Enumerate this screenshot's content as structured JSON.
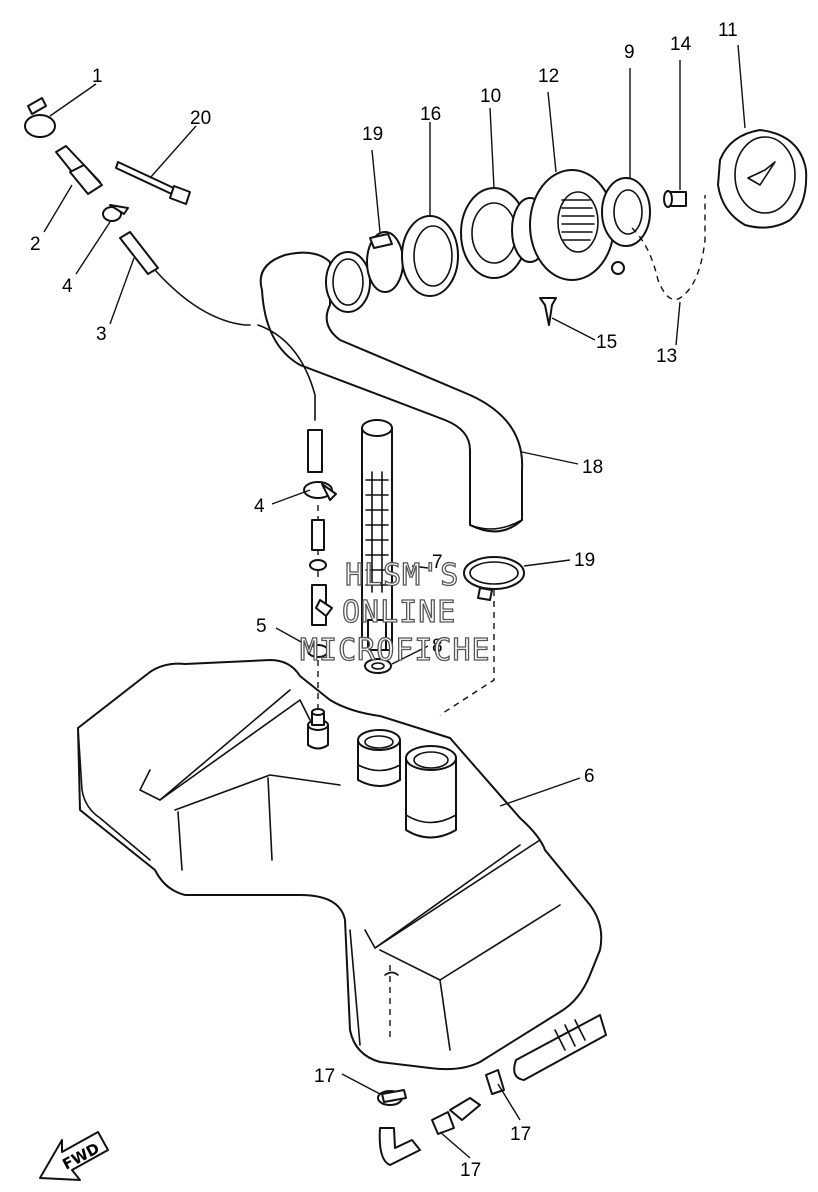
{
  "diagram": {
    "callouts": {
      "c1": "1",
      "c2": "2",
      "c3": "3",
      "c4a": "4",
      "c4b": "4",
      "c5": "5",
      "c6": "6",
      "c7": "7",
      "c8": "8",
      "c9": "9",
      "c10": "10",
      "c11": "11",
      "c12": "12",
      "c13": "13",
      "c14": "14",
      "c15": "15",
      "c16": "16",
      "c17a": "17",
      "c17b": "17",
      "c17c": "17",
      "c18": "18",
      "c19a": "19",
      "c19b": "19",
      "c20": "20"
    },
    "watermark": {
      "line1": "HLSM'S",
      "line2": "ONLINE",
      "line3": "MICROFICHE"
    },
    "fwd_arrow": {
      "label": "FWD"
    }
  }
}
